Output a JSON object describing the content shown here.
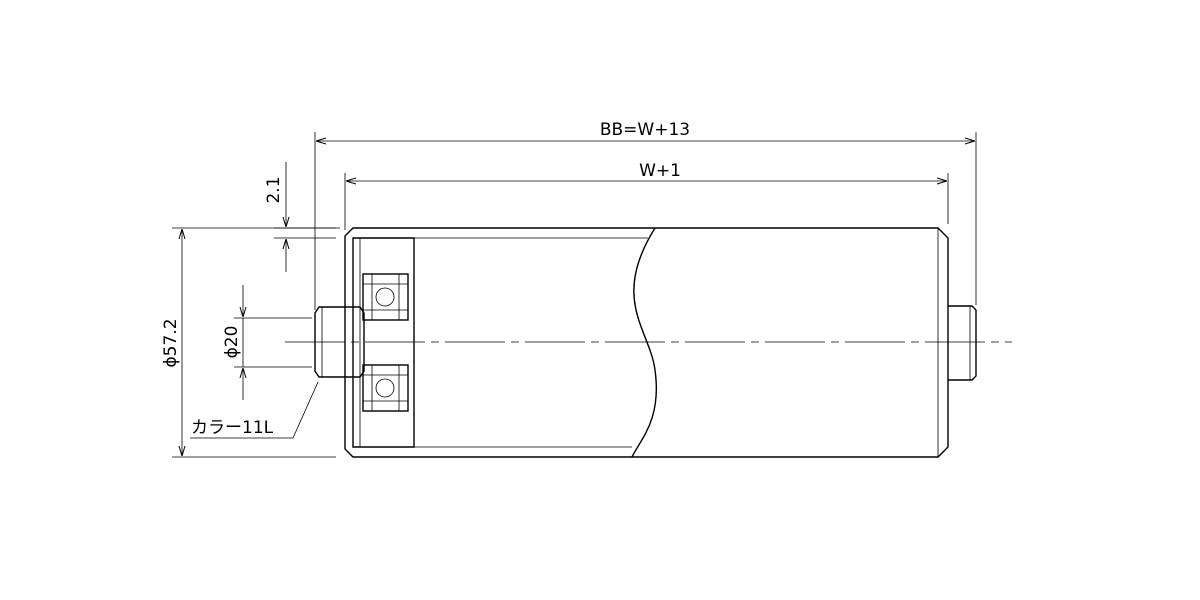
{
  "dimensions": {
    "overall_length": "BB=W+13",
    "tube_length": "W+1",
    "wall_thickness": "2.1",
    "tube_diameter": "ϕ57.2",
    "shaft_diameter": "ϕ20",
    "collar": "カラー11L"
  }
}
